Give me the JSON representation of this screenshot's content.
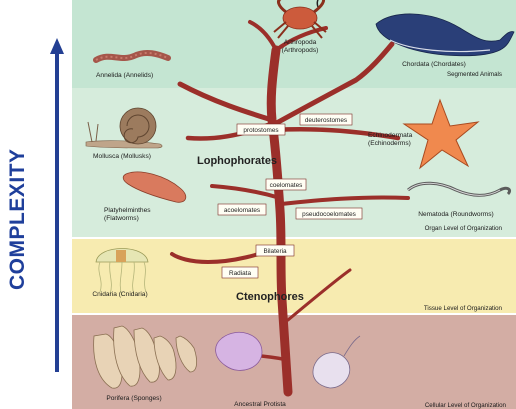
{
  "axis_label": "COMPLEXITY",
  "header_partial": "(",
  "groups": {
    "annelida": "Annelida (Annelids)",
    "arthropoda_1": "Arthropoda",
    "arthropoda_2": "(Arthropods)",
    "chordata": "Chordata (Chordates)",
    "mollusca": "Mollusca (Mollusks)",
    "echino_1": "Echinodermata",
    "echino_2": "(Echinoderms)",
    "platy_1": "Platyhelminthes",
    "platy_2": "(Flatworms)",
    "nematoda": "Nematoda (Roundworms)",
    "cnidaria": "Cnidaria (Cnidaria)",
    "porifera": "Porifera (Sponges)",
    "protista": "Ancestral Protista"
  },
  "branch_labels": {
    "protostomes": "protostomes",
    "deuterostomes": "deuterostomes",
    "coelomates": "coelomates",
    "acoelomates": "acoelomates",
    "pseudocoelomates": "pseudocoelomates",
    "bilateria": "Bilateria",
    "radiata": "Radiata"
  },
  "clades": {
    "lophophorates": "Lophophorates",
    "ctenophores": "Ctenophores"
  },
  "levels": {
    "segmented": "Segmented Animals",
    "organ": "Organ Level of Organization",
    "tissue": "Tissue Level of Organization",
    "cellular": "Cellular Level of Organization"
  },
  "colors": {
    "band_top": "#c4e5d2",
    "band_organ": "#d6ecdc",
    "band_tissue": "#f7ebb0",
    "band_cellular": "#d3ada4",
    "trunk": "#9b2f2a",
    "arrow": "#233f93"
  }
}
